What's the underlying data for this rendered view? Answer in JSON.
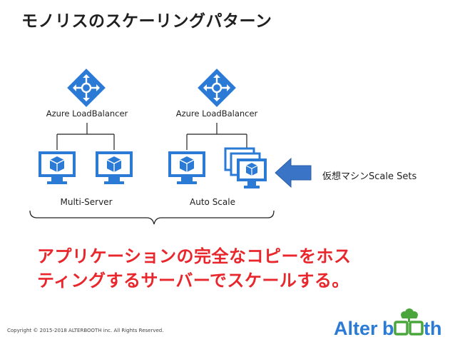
{
  "title": "モノリスのスケーリングパターン",
  "load_balancers": [
    {
      "label": "Azure LoadBalancer"
    },
    {
      "label": "Azure LoadBalancer"
    }
  ],
  "groups": [
    {
      "label": "Multi-Server"
    },
    {
      "label": "Auto Scale"
    }
  ],
  "scale_sets_label": "仮想マシンScale Sets",
  "headline": {
    "line1": "アプリケーションの完全なコピーをホス",
    "line2": "ティングするサーバーでスケールする。"
  },
  "copyright": "Copyright © 2015-2018 ALTERBOOTH inc. All Rights Reserved.",
  "logo": {
    "text_alter": "Alter",
    "text_b": "b",
    "text_th": "th"
  },
  "colors": {
    "azure_blue": "#2b7bd6",
    "headline_red": "#e8262b",
    "logo_green": "#4aa63c",
    "logo_blue": "#2b7bd6",
    "arrow_blue": "#3a74c6"
  },
  "icons": [
    "load-balancer-icon",
    "virtual-machine-icon",
    "scale-set-icon",
    "left-arrow-icon",
    "cloud-logo-icon"
  ]
}
